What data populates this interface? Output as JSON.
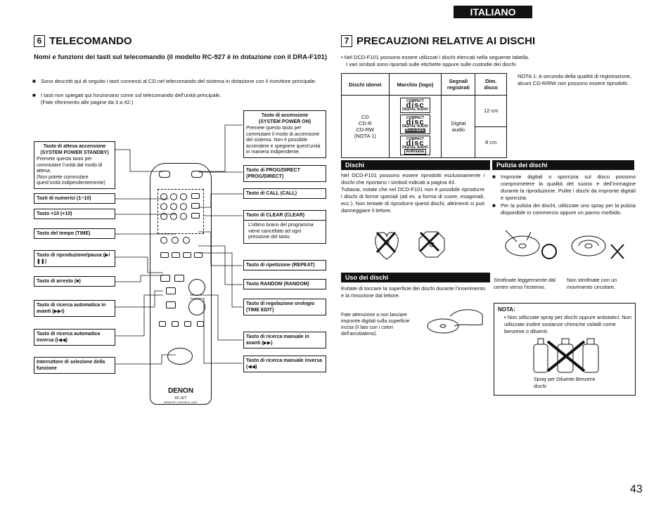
{
  "header": {
    "language": "ITALIANO"
  },
  "section6": {
    "num": "6",
    "title": "TELECOMANDO",
    "subtitle": "Nomi e funzioni dei tasti sul telecomando (il modello RC-927 è in dotazione con il DRA-F101)",
    "bullet1": "Sono descritti qui di seguito i tasti connessi al CD nel telecomando del sistema in dotazione con il ricevitore principale.",
    "bullet2": "I tasti non spiegati qui funzionano come sul telecomando dell’unità principale.",
    "bullet2b": "(Fate riferimento alle pagine da 3 a 42.)"
  },
  "left_labels": {
    "standby_title": "Tasto di attesa accensione\n(SYSTEM POWER STANDBY)",
    "standby_desc": "Premete questo tasto per commutare l’unità dal modo di attesa.\n(Non potete commutare quest’unità indipendentemente)",
    "numeric": "Tasti di numerici (1~10)",
    "plus10": "Tasto +10 (+10)",
    "time": "Tasto del tempo (TIME)",
    "play_pause": "Tasto di riproduzione/pausa (▶/❚❚)",
    "stop": "Tasto di arresto (■)",
    "search_fwd": "Tasto di ricerca automatica in avanti (▶▶I)",
    "search_rev": "Tasto di ricerca automatica inversa (I◀◀)",
    "function_switch": "Interruttore di selezione della funzione"
  },
  "right_labels": {
    "power_on_title": "Tasto di accensione\n(SYSTEM POWER ON)",
    "power_on_desc": "Premete questo tasto per commutare il modo di accensione del sistema. Non è possibile accendere e spegnere quest’unità in maniera indipendente.",
    "prog": "Tasto di PROG/DIRECT (PROG/DIRECT)",
    "call": "Tasto di CALL (CALL)",
    "clear_title": "Tasto di CLEAR (CLEAR)",
    "clear_desc": "L’ultimo brano del programma viene cancellato ad ogni pressione del tasto.",
    "repeat": "Tasto di ripetizione (REPEAT)",
    "random": "Tasto RANDOM (RANDOM)",
    "time_edit": "Tasto di regolazione orologio (TIME EDIT)",
    "manual_fwd": "Tasto di ricerca manuale in avanti (▶▶)",
    "manual_rev": "Tasto di ricerca manuale inversa (◀◀)"
  },
  "remote": {
    "brand": "DENON",
    "model": "RC-927",
    "caption": "REMOTE CONTROL UNIT"
  },
  "section7": {
    "num": "7",
    "title": "PRECAUZIONI RELATIVE AI DISCHI",
    "intro1": "• Nel DCD-F101 possono essere utilizzati i dischi elencati nella seguente tabella.",
    "intro2": "I vari simboli sono riportati sulle etichette oppure sulle custodie dei dischi.",
    "table_headers": [
      "Dischi idonei",
      "Marchio (logo)",
      "Segnali registrati",
      "Dim. disco"
    ],
    "table_discs": "CD\nCD-R\nCD-RW\n(NOTA 1)",
    "table_signal": "Digital audio",
    "table_sizes": [
      "12 cm",
      "8 cm"
    ],
    "logo_top": "COMPACT",
    "logo_main": "disc",
    "logo_sub": "DIGITAL AUDIO",
    "logo_rec": "Recordable",
    "logo_rew": "ReWritable",
    "nota1": "NOTA 1: A seconda della qualità di registrazione, alcuni CD-R/RW non possono essere riprodotti.",
    "dischi_head": "Dischi",
    "dischi_text": "Nel DCD-F101 possono essere riprodotti esclusivamente i dischi che riportano i simboli indicati a pagina 43.\nTuttavia, notate che nel DCD-F101 non è possibile riprodurre i dischi di forme speciali (ad es. a forma di cuore, esagonali, ecc.). Non tentate di riprodurre questi dischi, altrimenti si può danneggiare il lettore.",
    "pulizia_head": "Pulizia dei dischi",
    "pulizia_b1": "Impronte digitali o sporcizia sul disco possono comprometere la qualità del suono e dell’immagine durante la riproduzione. Pulite i dischi da impronte digitali e sporcizia.",
    "pulizia_b2": "Per la pulizia dei dischi, utilizzate uno spray per la pulizia disponibile in commercio oppure un panno morbido.",
    "wipe_ok": "Strofinate leggermente dal centro verso l’esterno.",
    "wipe_no": "Non strofinate con un movimento circolare.",
    "uso_head": "Uso dei dischi",
    "uso_text": "Evitate di toccare la superficie dei dischi durante l’inserimento e la rimozione dal lettore.",
    "handle_text": "Fate attenzione a non lasciare impronte digitali sulla superficie incisa (il lato con i colori dell’arcobaleno).",
    "nota_head": "NOTA:",
    "nota_text": "Non utilizzate spray per dischi oppure antistatici. Non utilizzate inoltre sostanze chimiche volatili come benzene o diluenti.",
    "bottle_caption": "Spray per Diluente Benzene\ndischi"
  },
  "page_number": "43"
}
